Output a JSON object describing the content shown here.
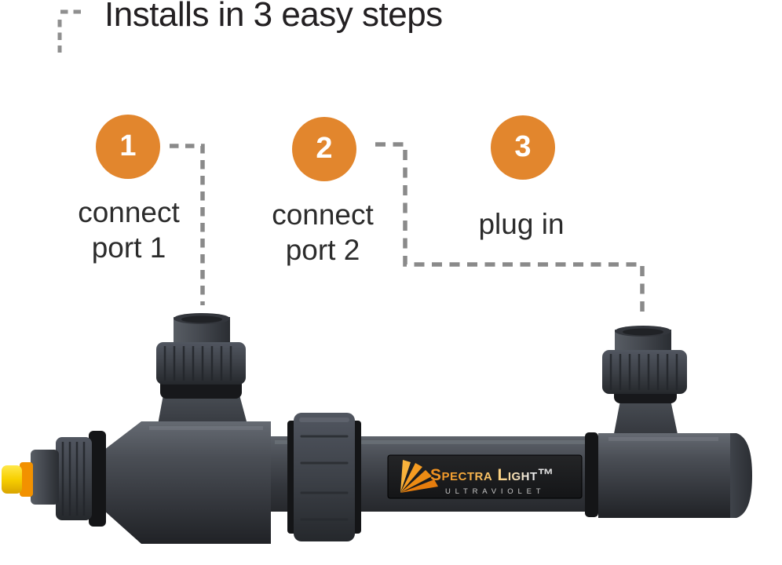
{
  "title": "Installs in 3 easy steps",
  "steps": [
    {
      "number": "1",
      "label": "connect\nport 1"
    },
    {
      "number": "2",
      "label": "connect\nport 2"
    },
    {
      "number": "3",
      "label": "plug in"
    }
  ],
  "device": {
    "brand": "Spectra Light™",
    "brand_subtitle": "ULTRAVIOLET"
  },
  "colors": {
    "step_badge_orange": "#E2862D",
    "leader_line_gray": "#8A8A8A",
    "title_text": "#232022",
    "label_text": "#2B2B2B",
    "device_body_gray": "#41454C",
    "label_plate_black": "#1B1C1E",
    "brand_gradient_start": "#EE8D1C",
    "brand_gradient_end": "#D8D8D8",
    "lamp_tip_yellow": "#F7CF00",
    "lamp_ring_orange": "#F29100"
  }
}
